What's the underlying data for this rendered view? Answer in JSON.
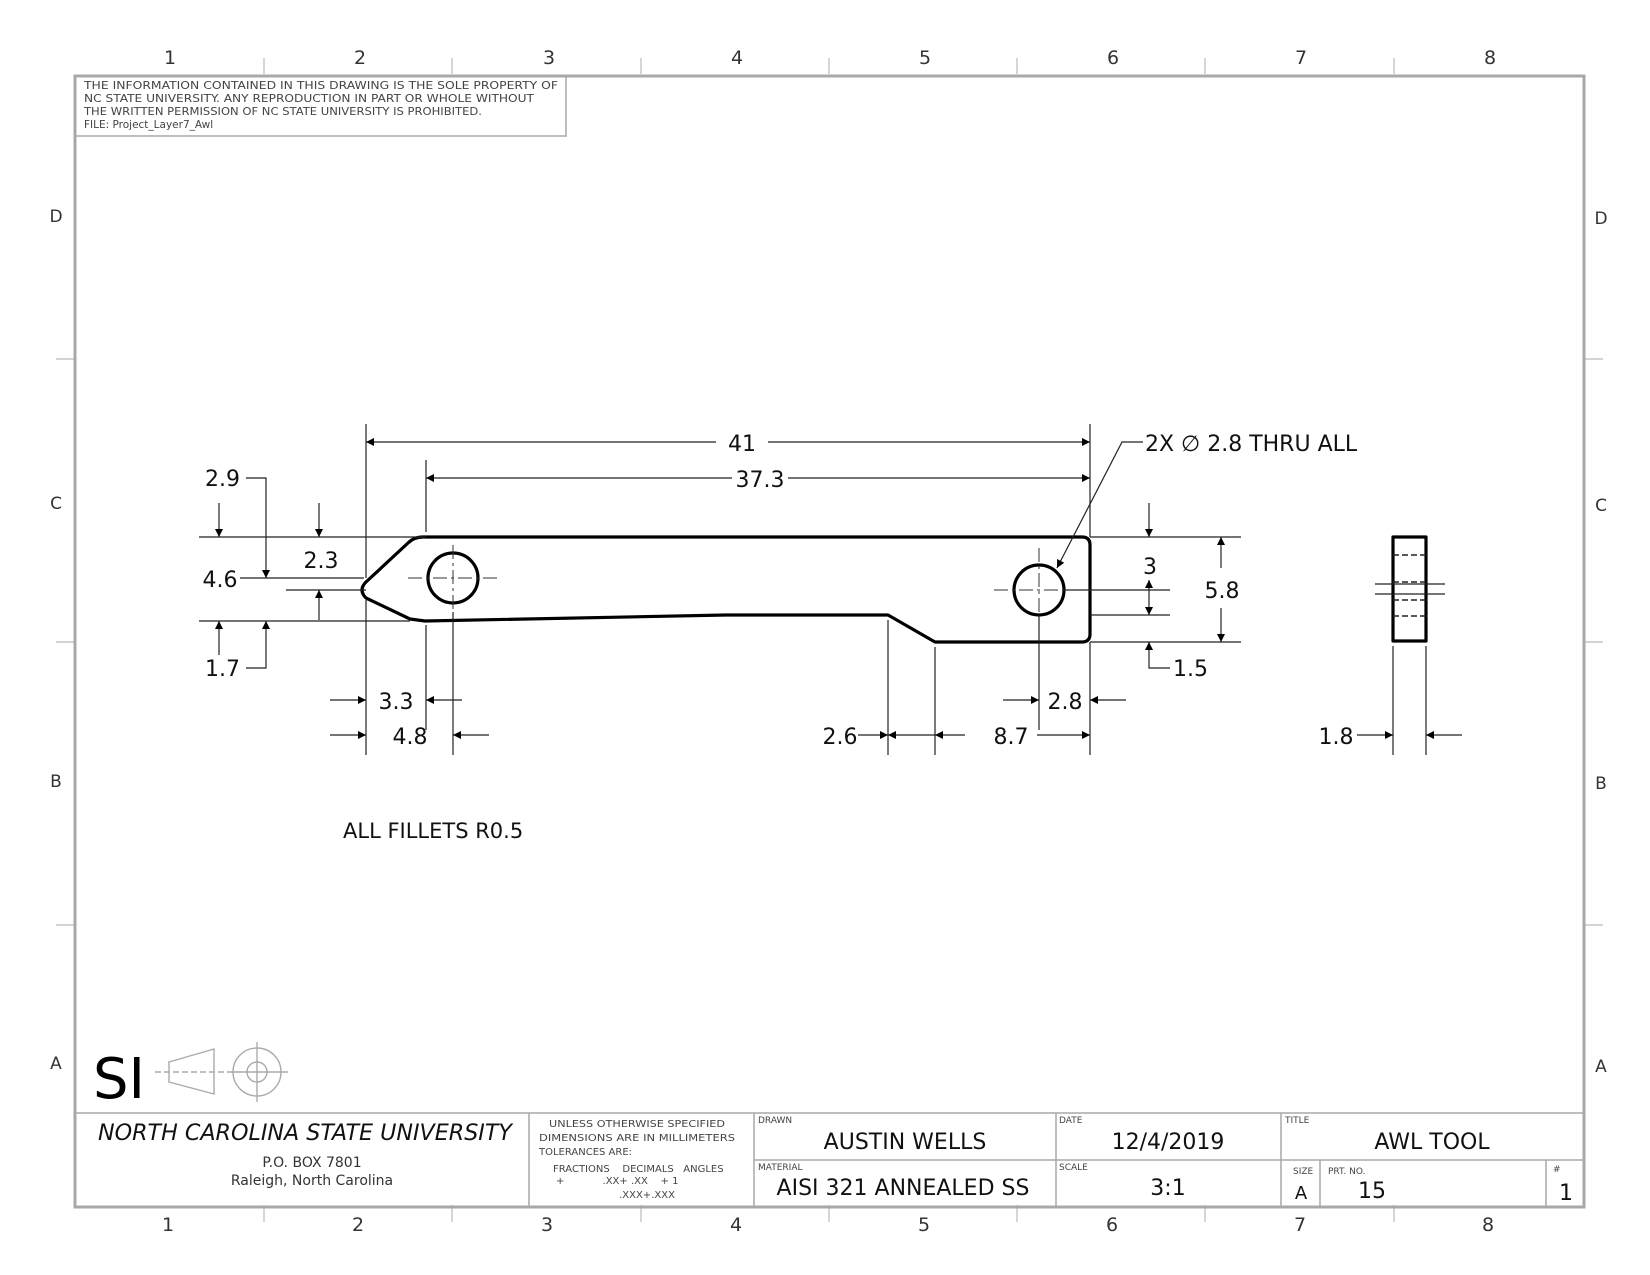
{
  "sheet": {
    "zones_top": [
      "1",
      "2",
      "3",
      "4",
      "5",
      "6",
      "7",
      "8"
    ],
    "zones_bottom": [
      "1",
      "2",
      "3",
      "4",
      "5",
      "6",
      "7",
      "8"
    ],
    "rows_left": [
      "D",
      "C",
      "B",
      "A"
    ],
    "rows_right": [
      "D",
      "C",
      "B",
      "A"
    ]
  },
  "proprietary": {
    "line1": "THE INFORMATION CONTAINED IN THIS DRAWING IS THE SOLE PROPERTY OF",
    "line2": "NC STATE UNIVERSITY. ANY REPRODUCTION IN PART OR WHOLE WITHOUT",
    "line3": "THE WRITTEN PERMISSION OF NC STATE UNIVERSITY IS PROHIBITED.",
    "line4": "FILE: Project_Layer7_Awl"
  },
  "dimensions": {
    "d41": "41",
    "d37_3": "37.3",
    "hole_callout": "2X ∅ 2.8 THRU ALL",
    "d2_9": "2.9",
    "d4_6": "4.6",
    "d2_3": "2.3",
    "d1_7": "1.7",
    "d3": "3",
    "d5_8": "5.8",
    "d1_5": "1.5",
    "d3_3": "3.3",
    "d4_8": "4.8",
    "d2_8": "2.8",
    "d2_6": "2.6",
    "d8_7": "8.7",
    "d1_8": "1.8"
  },
  "notes": {
    "fillets": "ALL FILLETS R0.5",
    "units_mark": "SI"
  },
  "title_block": {
    "university": "NORTH CAROLINA STATE UNIVERSITY",
    "po_box": "P.O. BOX 7801",
    "city": "Raleigh, North Carolina",
    "tol_line1": "UNLESS OTHERWISE SPECIFIED",
    "tol_line2": "DIMENSIONS ARE IN MILLIMETERS",
    "tol_line3": "TOLERANCES ARE:",
    "tol_line4": "FRACTIONS    DECIMALS   ANGLES",
    "tol_line5": "+            .XX+ .XX    + 1",
    "tol_line6": ".XXX+.XXX",
    "drawn_label": "DRAWN",
    "drawn_value": "AUSTIN WELLS",
    "date_label": "DATE",
    "date_value": "12/4/2019",
    "title_label": "TITLE",
    "title_value": "AWL TOOL",
    "material_label": "MATERIAL",
    "material_value": "AISI 321 ANNEALED SS",
    "scale_label": "SCALE",
    "scale_value": "3:1",
    "size_label": "SIZE",
    "size_value": "A",
    "part_label": "PRT. NO.",
    "part_value": "15",
    "sheet_label": "#",
    "sheet_value": "1"
  }
}
